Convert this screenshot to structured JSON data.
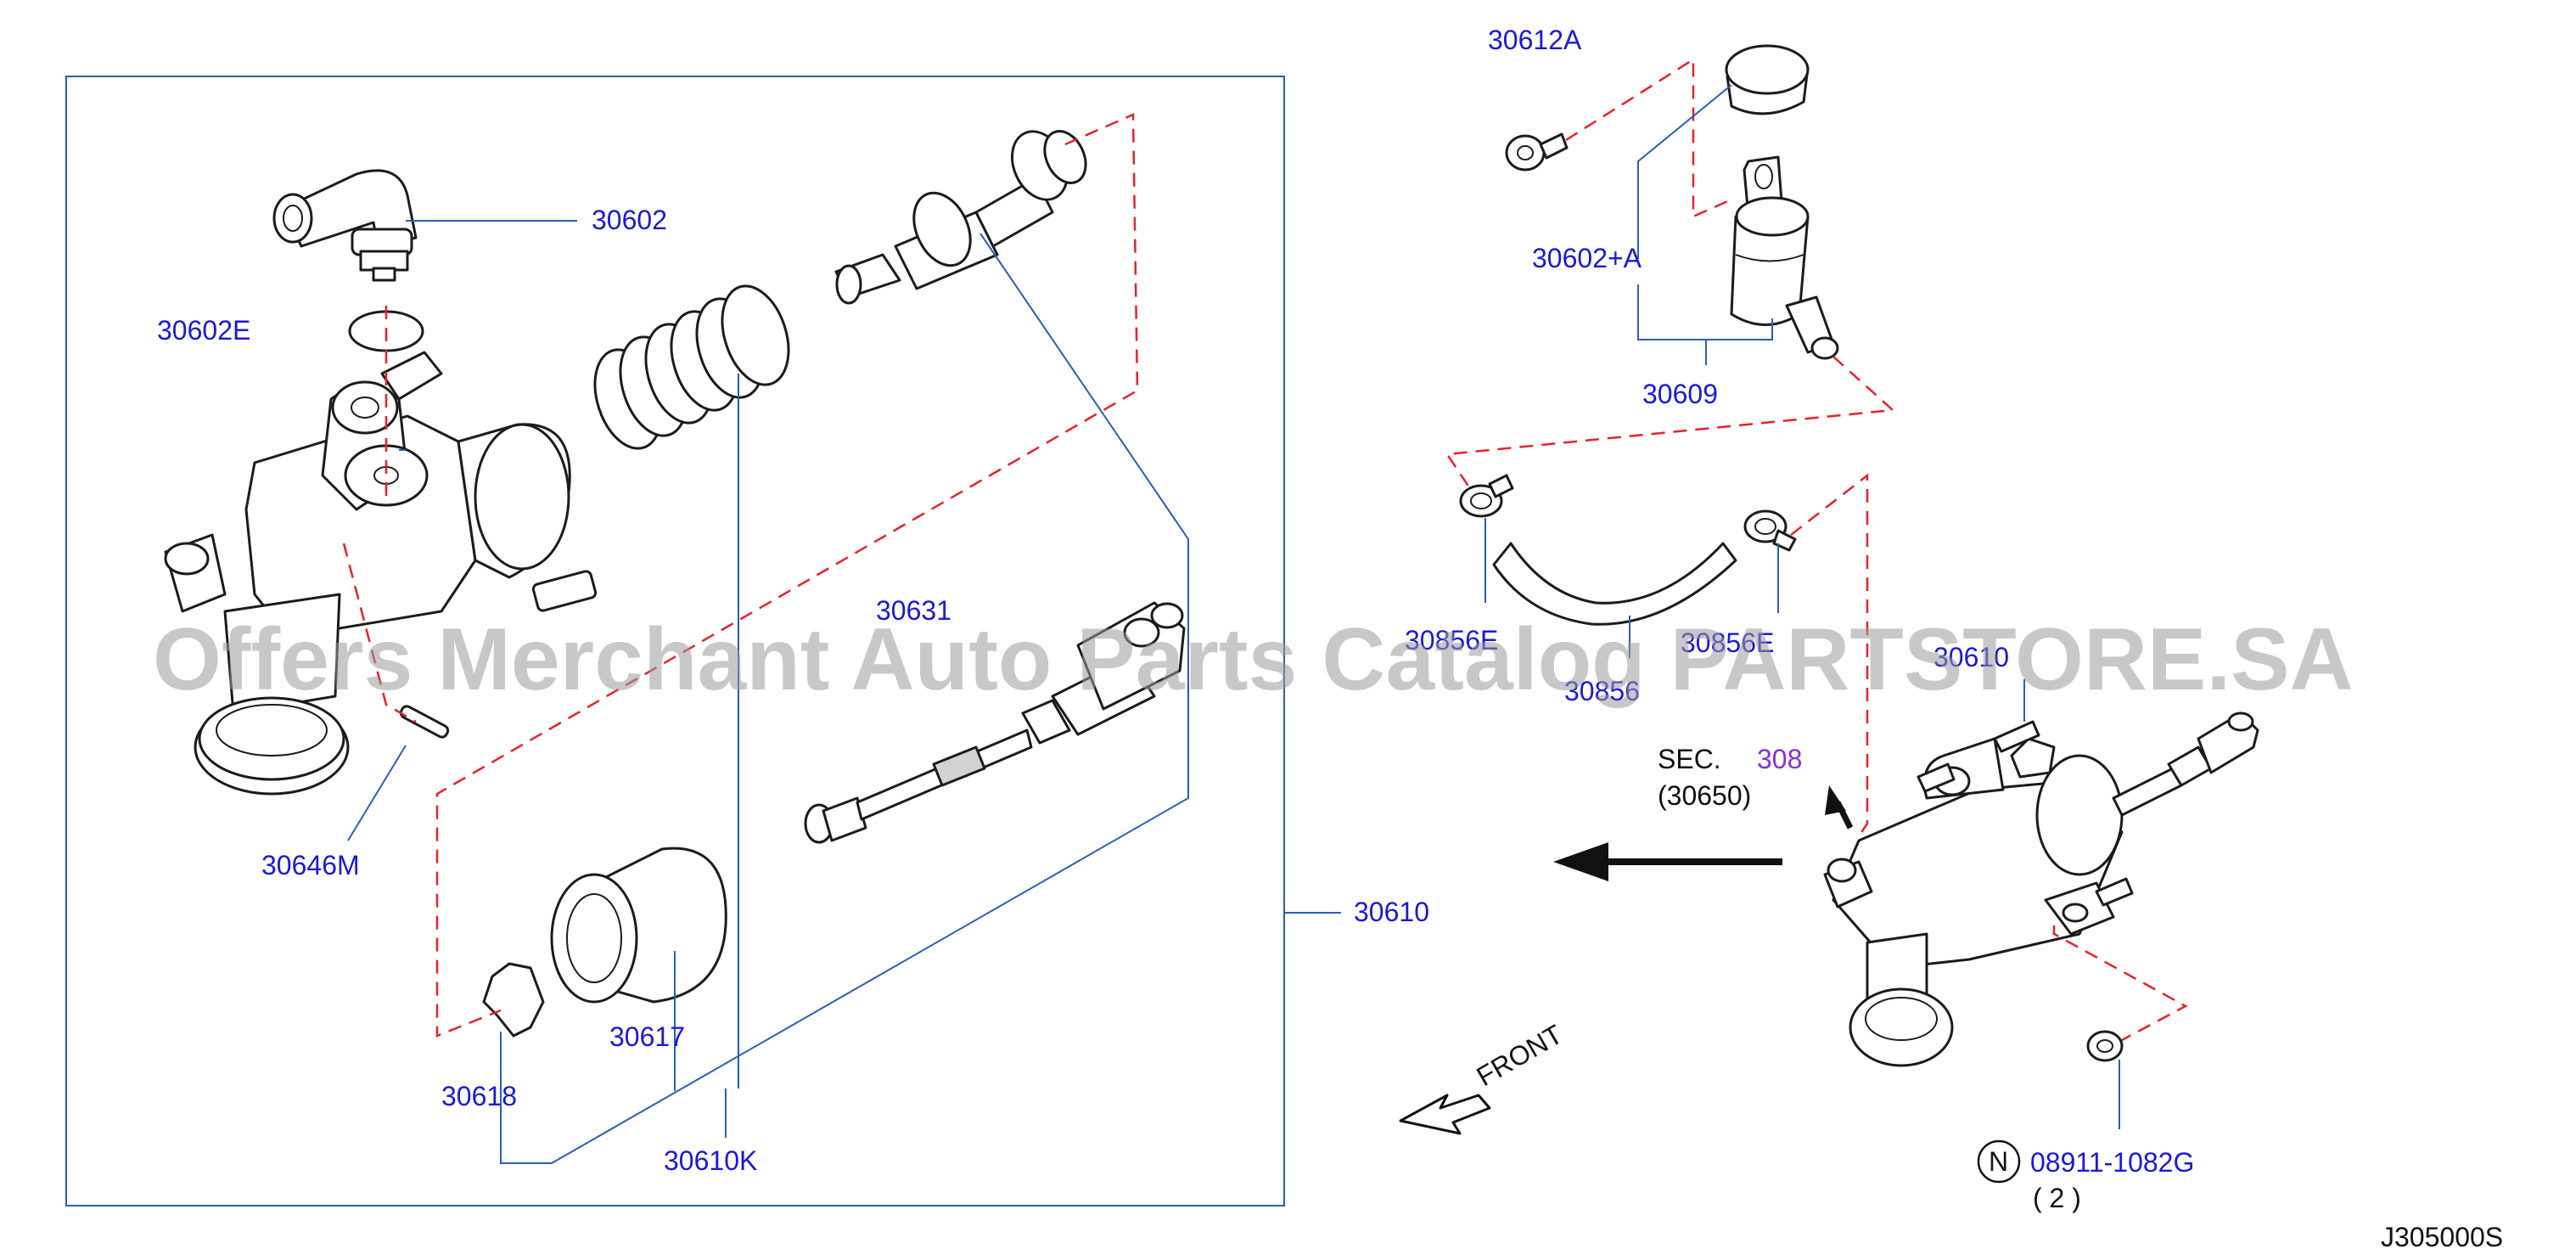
{
  "labels": {
    "p30602": "30602",
    "p30602E": "30602E",
    "p30646M": "30646M",
    "p30631": "30631",
    "p30617": "30617",
    "p30618": "30618",
    "p30610K": "30610K",
    "p30610_box": "30610",
    "p30612A": "30612A",
    "p30602A": "30602+A",
    "p30609": "30609",
    "p30856E_left": "30856E",
    "p30856": "30856",
    "p30856E_right": "30856E",
    "p30610_right": "30610",
    "sec_prefix": "SEC.",
    "sec_number": "308",
    "sec_ref": "(30650)",
    "front": "FRONT",
    "n_symbol": "N",
    "p08911": "08911-1082G",
    "qty": "( 2 )",
    "figure_code": "J305000S"
  },
  "watermark": "Offers Merchant Auto Parts Catalog PARTSTORE.SA",
  "colors": {
    "label_blue": "#1a1ad6",
    "sec_purple": "#8a2be2",
    "leader_blue": "#2b5fb0",
    "dash_red": "#e8202a"
  },
  "icons": {
    "front_arrow": "hollow-arrow-icon",
    "direction_arrow": "black-arrow-icon"
  }
}
